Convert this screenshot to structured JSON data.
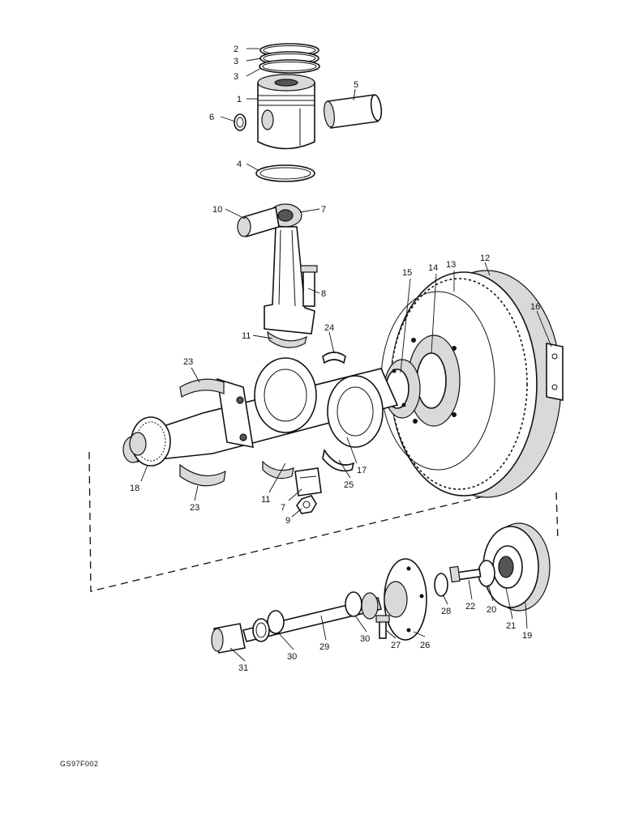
{
  "drawing_code": "GS97F002",
  "callouts": {
    "c1": "1",
    "c2": "2",
    "c3a": "3",
    "c3b": "3",
    "c4": "4",
    "c5": "5",
    "c6": "6",
    "c7a": "7",
    "c7b": "7",
    "c8": "8",
    "c9": "9",
    "c10": "10",
    "c11a": "11",
    "c11b": "11",
    "c12": "12",
    "c13": "13",
    "c14": "14",
    "c15": "15",
    "c16": "16",
    "c17": "17",
    "c18": "18",
    "c19": "19",
    "c20": "20",
    "c21": "21",
    "c22": "22",
    "c23a": "23",
    "c23b": "23",
    "c24": "24",
    "c25": "25",
    "c26": "26",
    "c27": "27",
    "c28": "28",
    "c29": "29",
    "c30a": "30",
    "c30b": "30",
    "c31": "31"
  }
}
